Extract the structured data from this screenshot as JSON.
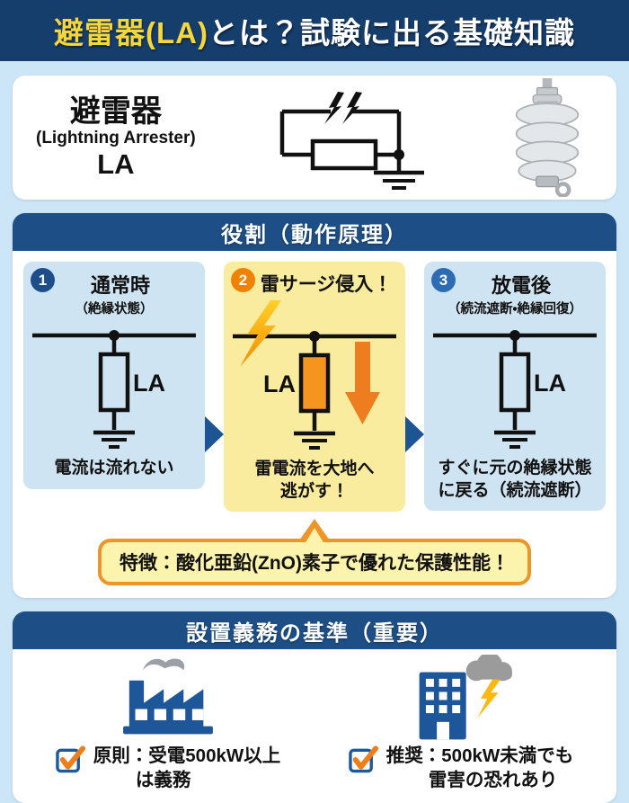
{
  "banner": {
    "title_highlight": "避雷器(LA)",
    "title_rest": "とは？試験に出る基礎知識"
  },
  "intro": {
    "name_jp": "避雷器",
    "name_en": "(Lightning Arrester)",
    "abbr": "LA"
  },
  "principle": {
    "heading": "役割（動作原理）",
    "steps": [
      {
        "number": "1",
        "title": "通常時",
        "subtitle": "（絶縁状態）",
        "la_label": "LA",
        "caption_line1": "電流は流れない",
        "caption_line2": ""
      },
      {
        "number": "2",
        "title": "雷サージ侵入！",
        "subtitle": "",
        "la_label": "LA",
        "caption_line1": "雷電流を大地へ",
        "caption_line2": "逃がす！"
      },
      {
        "number": "3",
        "title": "放電後",
        "subtitle": "（続流遮断・絶縁回復）",
        "la_label": "LA",
        "caption_line1": "すぐに元の絶縁状態",
        "caption_line2": "に戻る（続流遮断）"
      }
    ],
    "feature_note": "特徴：酸化亜鉛(ZnO)素子で優れた保護性能！"
  },
  "criteria": {
    "heading": "設置義務の基準（重要）",
    "items": [
      {
        "icon": "factory-icon",
        "label_line1": "原則：受電500kW以上",
        "label_line2": "は義務"
      },
      {
        "icon": "building-storm-icon",
        "label_line1": "推奨：500kW未満でも",
        "label_line2": "雷害の恐れあり"
      }
    ]
  },
  "colors": {
    "banner_bg": "#163e6d",
    "banner_highlight": "#f5d63d",
    "section_header_bg": "#1d4f86",
    "page_bg": "#cde6f7",
    "panel_blue": "#cfe4f2",
    "panel_yellow": "#f9ec9f",
    "badge1": "#1d4e8a",
    "badge2": "#ef8200",
    "badge3": "#2d6cb3",
    "flow_arrow": "#1d5493",
    "surge_orange": "#ed7d1f",
    "la_fill_orange": "#f5941f",
    "callout_bg": "#fcf3ad",
    "callout_border": "#ef9426",
    "icon_blue": "#1e5799",
    "check_orange": "#ee7d1a",
    "cloud_gray": "#9b9b9b",
    "bolt_yellow": "#fdb70f"
  }
}
